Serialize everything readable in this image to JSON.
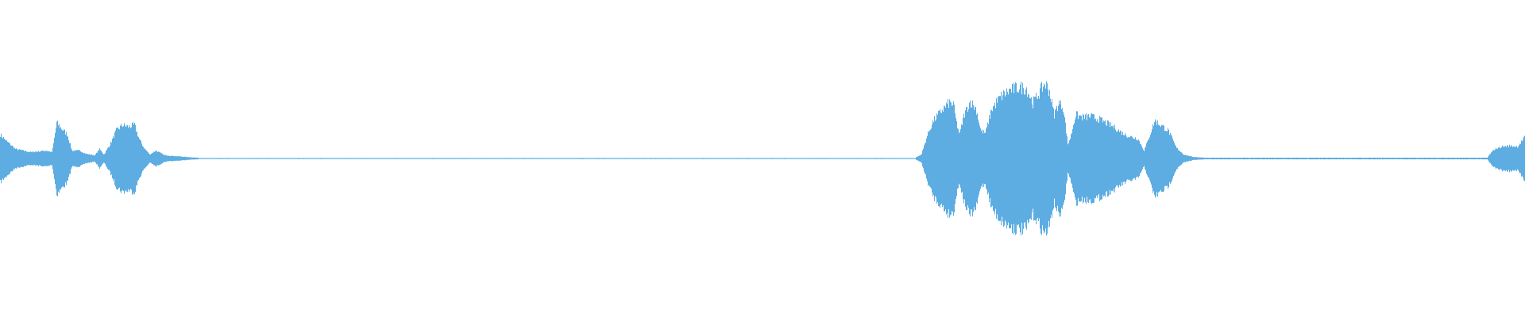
{
  "waveform": {
    "color": "#5DADE2",
    "background": "#ffffff",
    "description_icon": "audio-waveform",
    "segments": [
      {
        "start": 0.0,
        "end": 0.13,
        "amplitude": 0.28
      },
      {
        "start": 0.605,
        "end": 0.79,
        "amplitude": 0.95
      },
      {
        "start": 0.975,
        "end": 1.0,
        "amplitude": 0.22
      }
    ],
    "envelope": [
      [
        0.0,
        0.3
      ],
      [
        0.004,
        0.22
      ],
      [
        0.01,
        0.12
      ],
      [
        0.02,
        0.08
      ],
      [
        0.03,
        0.1
      ],
      [
        0.034,
        0.08
      ],
      [
        0.037,
        0.45
      ],
      [
        0.04,
        0.38
      ],
      [
        0.044,
        0.3
      ],
      [
        0.047,
        0.1
      ],
      [
        0.052,
        0.1
      ],
      [
        0.056,
        0.06
      ],
      [
        0.062,
        0.04
      ],
      [
        0.065,
        0.12
      ],
      [
        0.068,
        0.05
      ],
      [
        0.072,
        0.18
      ],
      [
        0.076,
        0.35
      ],
      [
        0.08,
        0.42
      ],
      [
        0.084,
        0.4
      ],
      [
        0.088,
        0.42
      ],
      [
        0.091,
        0.25
      ],
      [
        0.094,
        0.14
      ],
      [
        0.098,
        0.05
      ],
      [
        0.102,
        0.1
      ],
      [
        0.108,
        0.04
      ],
      [
        0.115,
        0.03
      ],
      [
        0.125,
        0.015
      ],
      [
        0.13,
        0.01
      ],
      [
        0.6,
        0.01
      ],
      [
        0.604,
        0.05
      ],
      [
        0.608,
        0.3
      ],
      [
        0.612,
        0.48
      ],
      [
        0.618,
        0.62
      ],
      [
        0.622,
        0.7
      ],
      [
        0.625,
        0.68
      ],
      [
        0.627,
        0.45
      ],
      [
        0.629,
        0.3
      ],
      [
        0.632,
        0.55
      ],
      [
        0.636,
        0.72
      ],
      [
        0.64,
        0.62
      ],
      [
        0.643,
        0.35
      ],
      [
        0.646,
        0.32
      ],
      [
        0.65,
        0.62
      ],
      [
        0.656,
        0.78
      ],
      [
        0.662,
        0.86
      ],
      [
        0.668,
        0.9
      ],
      [
        0.673,
        0.88
      ],
      [
        0.677,
        0.7
      ],
      [
        0.681,
        0.82
      ],
      [
        0.685,
        0.95
      ],
      [
        0.688,
        0.85
      ],
      [
        0.691,
        0.55
      ],
      [
        0.694,
        0.7
      ],
      [
        0.697,
        0.65
      ],
      [
        0.7,
        0.18
      ],
      [
        0.702,
        0.28
      ],
      [
        0.705,
        0.55
      ],
      [
        0.71,
        0.52
      ],
      [
        0.715,
        0.53
      ],
      [
        0.72,
        0.5
      ],
      [
        0.724,
        0.46
      ],
      [
        0.73,
        0.4
      ],
      [
        0.735,
        0.33
      ],
      [
        0.74,
        0.28
      ],
      [
        0.746,
        0.25
      ],
      [
        0.75,
        0.1
      ],
      [
        0.753,
        0.25
      ],
      [
        0.757,
        0.48
      ],
      [
        0.761,
        0.42
      ],
      [
        0.766,
        0.35
      ],
      [
        0.771,
        0.14
      ],
      [
        0.776,
        0.05
      ],
      [
        0.782,
        0.02
      ],
      [
        0.79,
        0.01
      ],
      [
        0.975,
        0.01
      ],
      [
        0.977,
        0.06
      ],
      [
        0.98,
        0.12
      ],
      [
        0.985,
        0.15
      ],
      [
        0.99,
        0.16
      ],
      [
        0.995,
        0.15
      ],
      [
        1.0,
        0.28
      ]
    ],
    "noise_floor": 0.006
  }
}
